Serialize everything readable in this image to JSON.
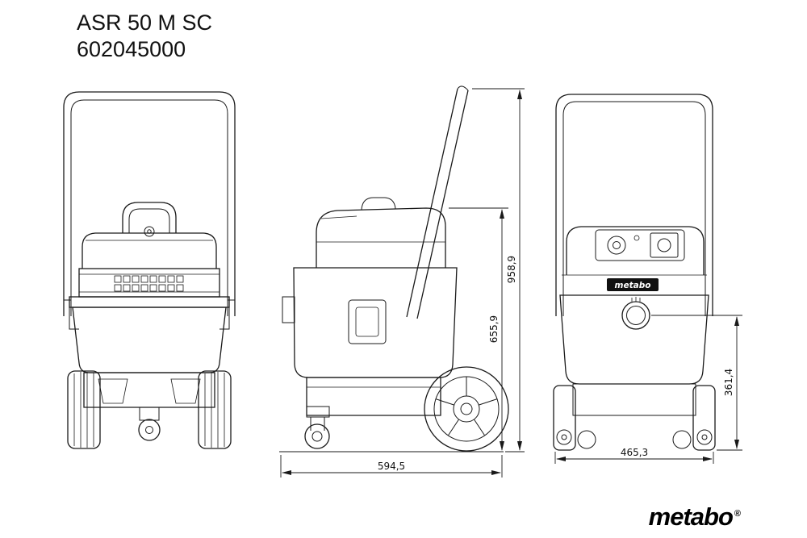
{
  "title": {
    "model": "ASR 50 M SC",
    "article_number": "602045000"
  },
  "dimensions": {
    "total_height_mm": "958,9",
    "body_height_mm": "655,9",
    "outlet_height_mm": "361,4",
    "depth_mm": "594,5",
    "width_mm": "465,3"
  },
  "branding": {
    "logo_text": "metabo",
    "registered_mark": "®",
    "device_label": "metabo"
  },
  "colors": {
    "line": "#1a1a1a",
    "background": "#ffffff"
  }
}
